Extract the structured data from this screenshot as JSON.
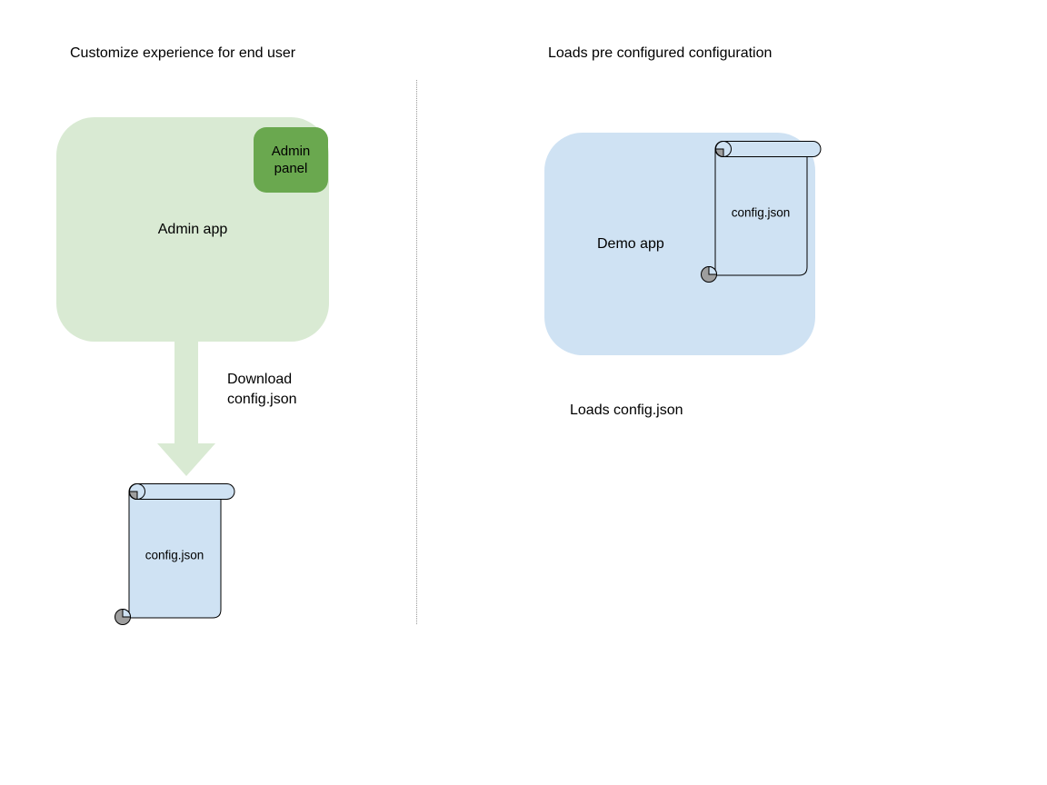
{
  "colors": {
    "light_green": "#d9ead3",
    "dark_green": "#6aa84f",
    "light_blue": "#cfe2f3",
    "curl_grey": "#9e9e9e",
    "outline": "#000000",
    "divider_grey": "#999999"
  },
  "left": {
    "title": "Customize experience for end user",
    "admin_app": "Admin app",
    "admin_panel": "Admin panel",
    "arrow_caption": "Download config.json",
    "file_label": "config.json"
  },
  "right": {
    "title": "Loads pre configured configuration",
    "demo_app": "Demo app",
    "file_label": "config.json",
    "caption": "Loads config.json"
  }
}
